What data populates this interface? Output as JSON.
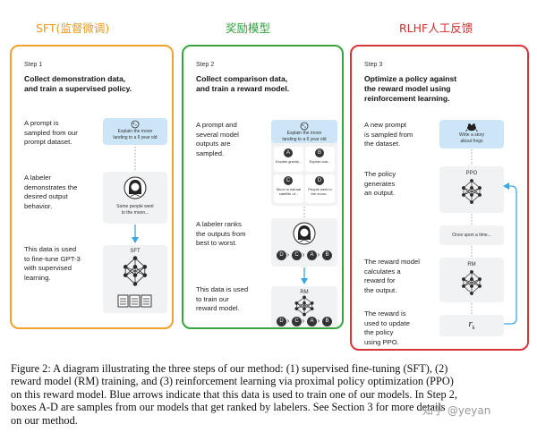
{
  "headers": {
    "sft": "SFT(监督微调)",
    "rm": "奖励模型",
    "rlhf": "RLHF人工反馈"
  },
  "step1": {
    "label": "Step 1",
    "title": [
      "Collect demonstration data,",
      "and train a supervised policy."
    ],
    "desc1": [
      "A prompt is",
      "sampled from our",
      "prompt dataset."
    ],
    "desc2": [
      "A labeler",
      "demonstrates the",
      "desired output",
      "behavior."
    ],
    "desc3": [
      "This data is used",
      "to fine-tune GPT-3",
      "with supervised",
      "learning."
    ],
    "prompt_box": [
      "Explain the moon",
      "landing to a 6 year old"
    ],
    "labeler_output": [
      "Some people went",
      "to the moon..."
    ],
    "model_label": "SFT"
  },
  "step2": {
    "label": "Step 2",
    "title": [
      "Collect comparison data,",
      "and train a reward model."
    ],
    "desc1": [
      "A prompt and",
      "several model",
      "outputs are",
      "sampled."
    ],
    "desc2": [
      "A labeler ranks",
      "the outputs from",
      "best to worst."
    ],
    "desc3": [
      "This data is used",
      "to train our",
      "reward model."
    ],
    "prompt_box": [
      "Explain the moon",
      "landing to a 6 year old"
    ],
    "outputs": [
      {
        "letter": "A",
        "text": [
          "Explain gravity..."
        ]
      },
      {
        "letter": "B",
        "text": [
          "Explain war..."
        ]
      },
      {
        "letter": "C",
        "text": [
          "Moon is natural",
          "satellite of..."
        ]
      },
      {
        "letter": "D",
        "text": [
          "People went to",
          "the moon..."
        ]
      }
    ],
    "ranking1": [
      "D",
      "C",
      "A",
      "B"
    ],
    "ranking2": [
      "D",
      "C",
      "A",
      "B"
    ],
    "model_label": "RM"
  },
  "step3": {
    "label": "Step 3",
    "title": [
      "Optimize a policy against",
      "the reward model using",
      "reinforcement learning."
    ],
    "desc1": [
      "A new prompt",
      "is sampled from",
      "the dataset."
    ],
    "desc2": [
      "The policy",
      "generates",
      "an output."
    ],
    "desc3": [
      "The reward model",
      "calculates a",
      "reward for",
      "the output."
    ],
    "desc4": [
      "The reward is",
      "used to update",
      "the policy",
      "using PPO."
    ],
    "prompt_box": [
      "Write a story",
      "about frogs"
    ],
    "policy_label": "PPO",
    "output_text": "Once upon a time...",
    "rm_label": "RM",
    "reward_symbol": "r",
    "reward_sub": "k"
  },
  "caption": [
    "Figure 2: A diagram illustrating the three steps of our method: (1) supervised fine-tuning (SFT), (2)",
    "reward model (RM) training, and (3) reinforcement learning via proximal policy optimization (PPO)",
    "on this reward model. Blue arrows indicate that this data is used to train one of our models. In Step 2,",
    "boxes A-D are samples from our models that get ranked by labelers. See Section 3 for more details",
    "on our method."
  ],
  "watermark": "知乎 @yeyan",
  "colors": {
    "sft_border": "#f0a22c",
    "rm_border": "#36a53d",
    "rlhf_border": "#d8353a",
    "prompt_box": "#cde6f7",
    "arrow_blue": "#3aa7e3",
    "network": "#2a2a2a"
  }
}
